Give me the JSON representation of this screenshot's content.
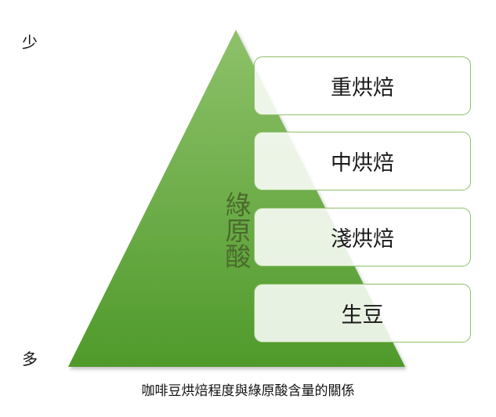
{
  "diagram": {
    "top_label": "少",
    "bottom_label": "多",
    "pyramid_label": "綠原酸",
    "stages": [
      "重烘焙",
      "中烘焙",
      "淺烘焙",
      "生豆"
    ],
    "caption": "咖啡豆烘焙程度與綠原酸含量的關係"
  },
  "colors": {
    "pyramid_top": "#8ec16a",
    "pyramid_bottom": "#4f9a2b",
    "box_border": "#8fbf6a",
    "pyramid_text": "#4a6b2c"
  }
}
